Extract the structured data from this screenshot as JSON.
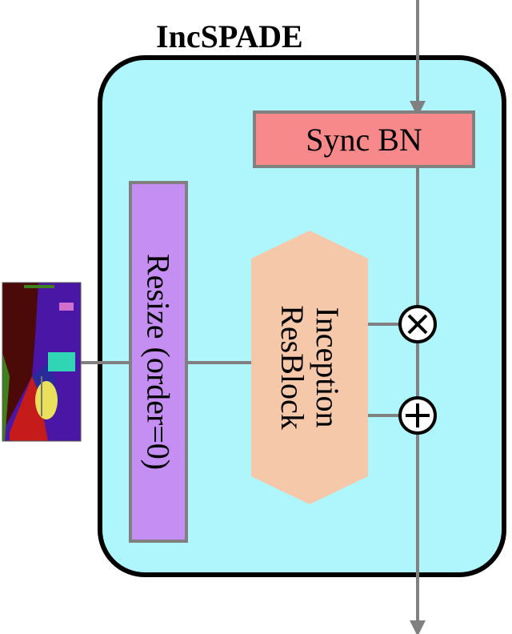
{
  "title": "IncSPADE",
  "blocks": {
    "sync_bn": "Sync BN",
    "resize": "Resize (order=0)",
    "inception": [
      "Inception",
      "ResBlock"
    ]
  },
  "operators": {
    "multiply": "⊗",
    "add": "⊕"
  },
  "colors": {
    "outer_box_fill": "#aef6fb",
    "sync_bn_fill": "#f7898a",
    "resize_fill": "#c58ef2",
    "inception_fill": "#f6c8aa",
    "connector": "#808080"
  },
  "segmentation_map_colors": [
    "#4b0a07",
    "#4a16a6",
    "#c51b1b",
    "#3f7f1c",
    "#ebe05c",
    "#2fd5b5",
    "#d06fd0"
  ]
}
